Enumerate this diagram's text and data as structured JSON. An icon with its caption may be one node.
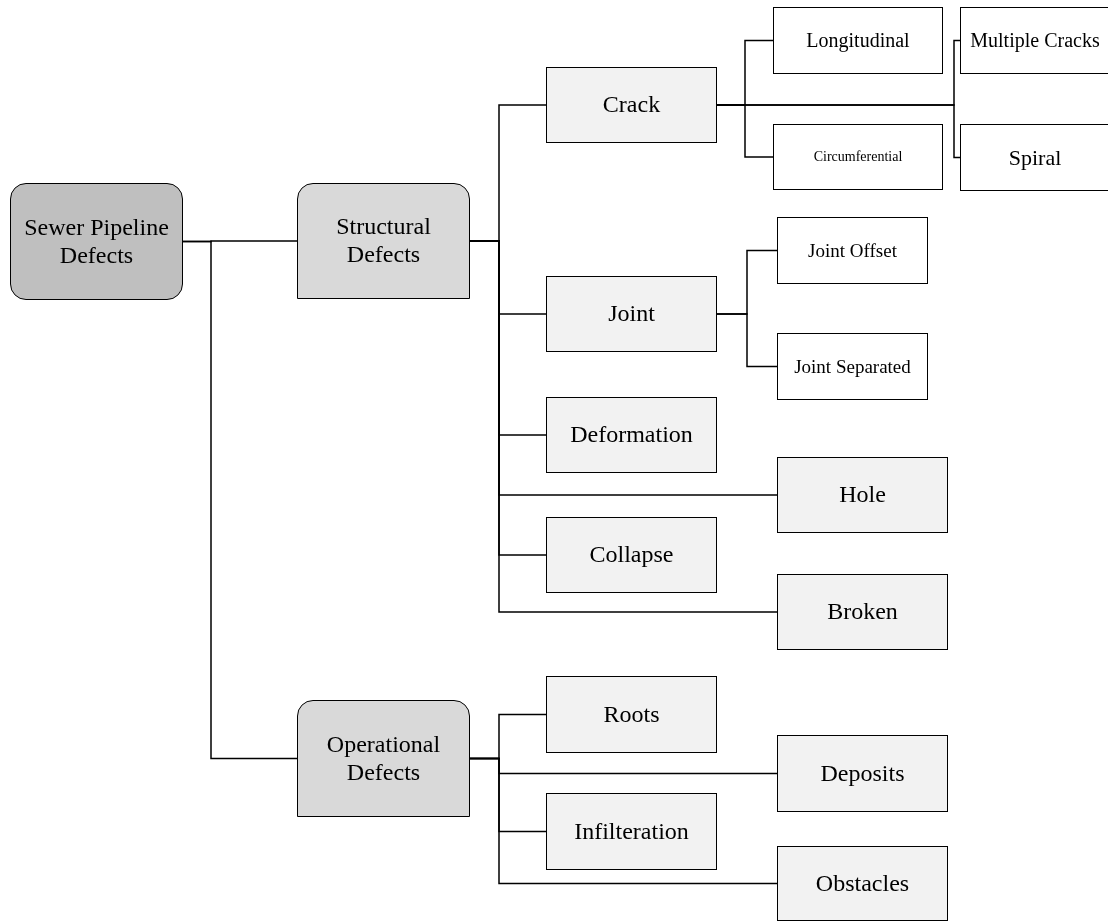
{
  "diagram": {
    "nodes": [
      {
        "text": [
          "Sewer Pipeline Defects"
        ]
      },
      {
        "text": [
          "Structural Defects"
        ]
      },
      {
        "text": [
          "Crack"
        ]
      },
      {
        "text": [
          "Longitudinal"
        ]
      },
      {
        "text": [
          "Circumferential"
        ]
      },
      {
        "text": [
          "Multiple Cracks"
        ]
      },
      {
        "text": [
          "Spiral"
        ]
      },
      {
        "text": [
          "Joint"
        ]
      },
      {
        "text": [
          "Joint Offset"
        ]
      },
      {
        "text": [
          "Joint Separated"
        ]
      },
      {
        "text": [
          "Deformation"
        ]
      },
      {
        "text": [
          "Hole"
        ]
      },
      {
        "text": [
          "Collapse"
        ]
      },
      {
        "text": [
          "Broken"
        ]
      },
      {
        "text": [
          "Operational Defects"
        ]
      },
      {
        "text": [
          "Roots"
        ]
      },
      {
        "text": [
          "Deposits"
        ]
      },
      {
        "text": [
          "Infilteration"
        ]
      },
      {
        "text": [
          "Obstacles"
        ]
      }
    ],
    "edges": [
      {
        "from": 0,
        "to": 1,
        "arrow": "none"
      },
      {
        "from": 0,
        "to": 14,
        "arrow": "none"
      },
      {
        "from": 1,
        "to": 2,
        "arrow": "none"
      },
      {
        "from": 1,
        "to": 7,
        "arrow": "none"
      },
      {
        "from": 1,
        "to": 10,
        "arrow": "none"
      },
      {
        "from": 1,
        "to": 11,
        "arrow": "none"
      },
      {
        "from": 1,
        "to": 12,
        "arrow": "none"
      },
      {
        "from": 1,
        "to": 13,
        "arrow": "none"
      },
      {
        "from": 2,
        "to": 3,
        "arrow": "none"
      },
      {
        "from": 2,
        "to": 4,
        "arrow": "none"
      },
      {
        "from": 2,
        "to": 5,
        "arrow": "none"
      },
      {
        "from": 2,
        "to": 6,
        "arrow": "none"
      },
      {
        "from": 7,
        "to": 8,
        "arrow": "none"
      },
      {
        "from": 7,
        "to": 9,
        "arrow": "none"
      },
      {
        "from": 14,
        "to": 15,
        "arrow": "none"
      },
      {
        "from": 14,
        "to": 16,
        "arrow": "none"
      },
      {
        "from": 14,
        "to": 17,
        "arrow": "none"
      },
      {
        "from": 14,
        "to": 18,
        "arrow": "none"
      }
    ]
  }
}
